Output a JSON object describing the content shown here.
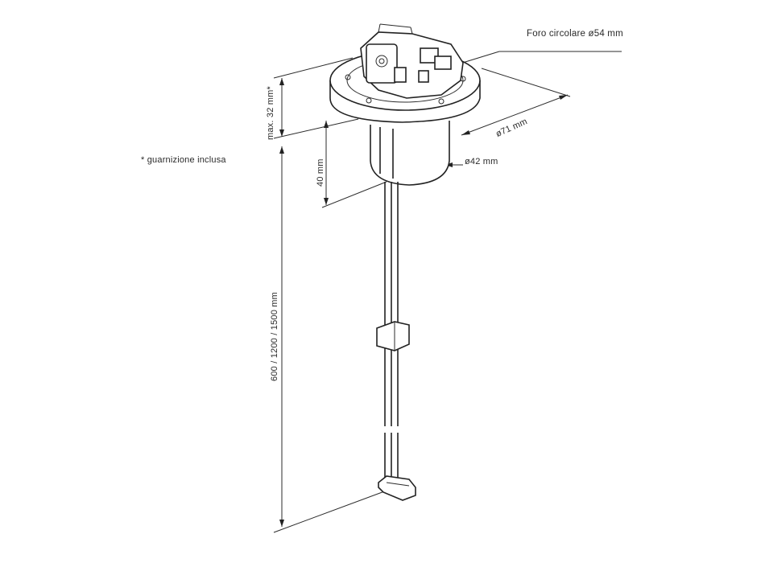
{
  "diagram": {
    "labels": {
      "foro": "Foro circolare ø54 mm",
      "diam71": "ø71 mm",
      "diam42": "ø42 mm",
      "max32": "max. 32 mm*",
      "h40": "40 mm",
      "length": "600 / 1200 / 1500 mm",
      "guarnizione": "* guarnizione inclusa"
    }
  }
}
